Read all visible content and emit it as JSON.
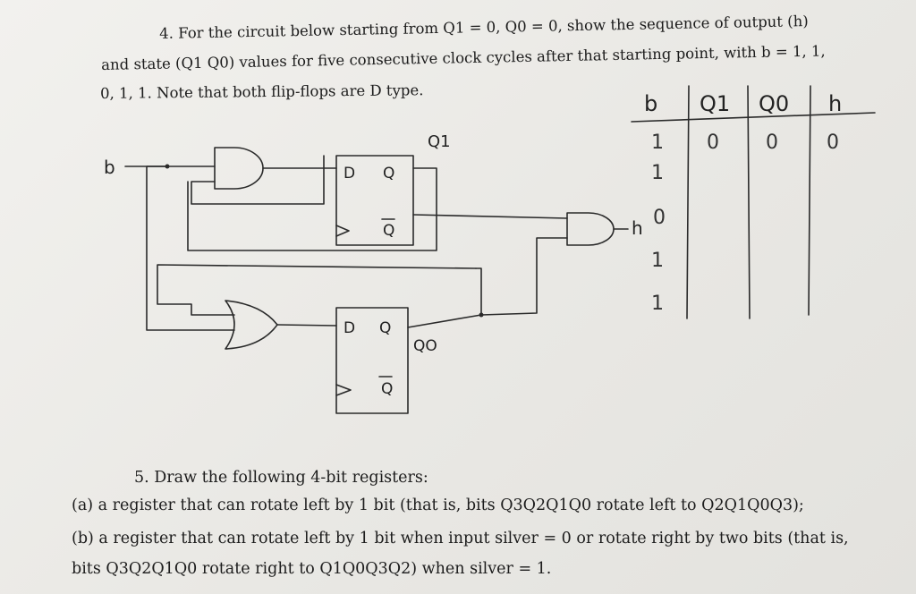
{
  "problem4": {
    "line1": "4.  For the circuit below starting from Q1 = 0, Q0 = 0, show the sequence of output (h)",
    "line2": "and state (Q1 Q0) values for five consecutive clock cycles after that starting point, with b = 1, 1,",
    "line3": "0, 1, 1.  Note that both flip-flops are D type."
  },
  "circuit": {
    "input_b": "b",
    "output_h": "h",
    "ff1_label": "Q1",
    "ff0_label": "QO",
    "ff_d": "D",
    "ff_q": "Q",
    "ff_qbar": "Q"
  },
  "table": {
    "headers": [
      "b",
      "Q1",
      "Q0",
      "h"
    ],
    "rows": [
      [
        "1",
        "0",
        "0",
        "0"
      ],
      [
        "1",
        "",
        "",
        ""
      ],
      [
        "0",
        "",
        "",
        ""
      ],
      [
        "1",
        "",
        "",
        ""
      ],
      [
        "1",
        "",
        "",
        ""
      ]
    ]
  },
  "problem5": {
    "title": "5.  Draw the following 4-bit registers:",
    "a": "(a)  a register that can rotate left by 1 bit (that is, bits Q3Q2Q1Q0 rotate left to Q2Q1Q0Q3);",
    "b1": "(b)  a register that can rotate left by 1 bit when input silver = 0 or rotate right by two bits (that is,",
    "b2": "bits Q3Q2Q1Q0 rotate right to Q1Q0Q3Q2) when silver = 1."
  }
}
